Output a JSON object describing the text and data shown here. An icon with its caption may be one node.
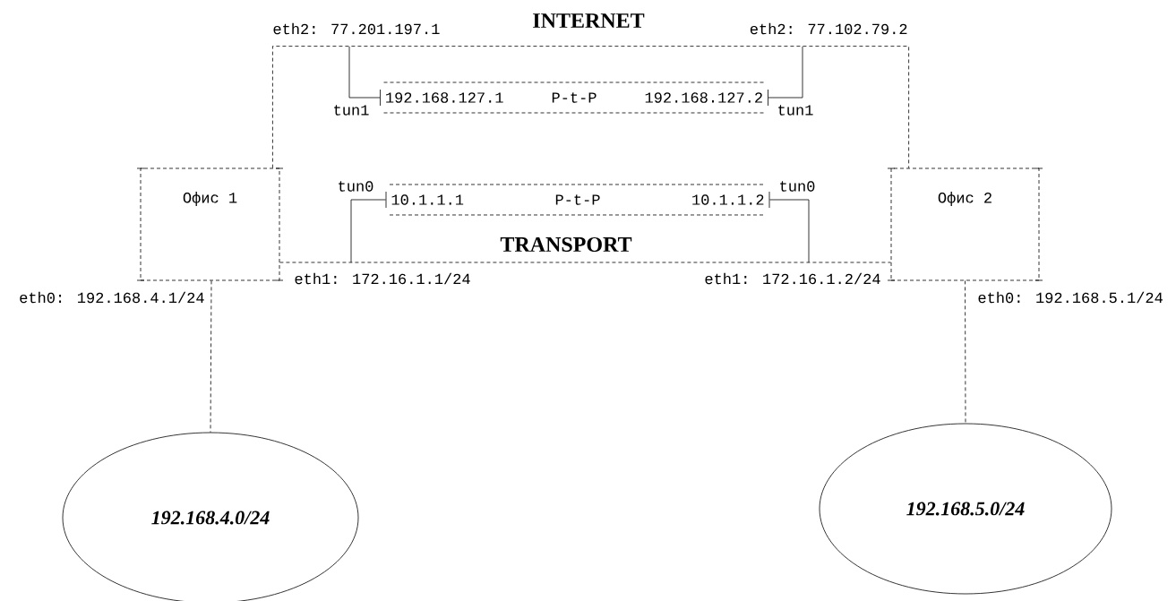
{
  "diagram": {
    "nodes": [
      {
        "text": [
          "Офис 1"
        ]
      },
      {
        "text": [
          "Офис 2"
        ]
      },
      {
        "text": [
          "192.168.4.0/24"
        ]
      },
      {
        "text": [
          "192.168.5.0/24"
        ]
      },
      {
        "text": [
          "192.168.127.1",
          "P-t-P",
          "192.168.127.2"
        ]
      },
      {
        "text": [
          "10.1.1.1",
          "P-t-P",
          "10.1.1.2"
        ]
      }
    ],
    "edges": [
      {
        "from": 0,
        "to": 1,
        "arrow": "none",
        "label": "INTERNET",
        "style": "dashed"
      },
      {
        "from": 0,
        "to": 1,
        "arrow": "none",
        "label": "TRANSPORT",
        "style": "dashed"
      },
      {
        "from": null,
        "to": 4,
        "arrow": "none",
        "label": "tun1"
      },
      {
        "from": 4,
        "to": null,
        "arrow": "none",
        "label": "tun1"
      },
      {
        "from": null,
        "to": 5,
        "arrow": "none",
        "label": "tun0"
      },
      {
        "from": 5,
        "to": null,
        "arrow": "none",
        "label": "tun0"
      },
      {
        "from": 0,
        "to": 2,
        "arrow": "none",
        "style": "dashed"
      },
      {
        "from": 1,
        "to": 3,
        "arrow": "none",
        "style": "dashed"
      }
    ],
    "labels": [
      "eth2: 77.201.197.1",
      "eth2: 77.102.79.2",
      "eth1: 172.16.1.1/24",
      "eth1: 172.16.1.2/24",
      "eth0: 192.168.4.1/24",
      "eth0: 192.168.5.1/24"
    ]
  }
}
